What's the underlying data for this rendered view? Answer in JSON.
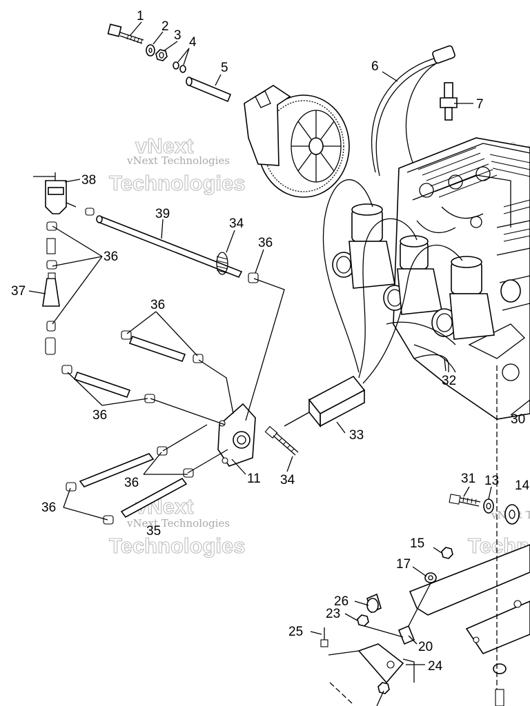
{
  "watermark": {
    "company": "vNext Technologies",
    "outline_top": "vNext",
    "outline_bottom": "Technologies"
  },
  "callouts": {
    "c1": "1",
    "c2": "2",
    "c3": "3",
    "c4": "4",
    "c5": "5",
    "c6": "6",
    "c7": "7",
    "c11": "11",
    "c13": "13",
    "c14": "14",
    "c15": "15",
    "c17": "17",
    "c20": "20",
    "c23": "23",
    "c24": "24",
    "c25": "25",
    "c26": "26",
    "c30": "30",
    "c31": "31",
    "c32": "32",
    "c33": "33",
    "c34a": "34",
    "c34b": "34",
    "c35": "35",
    "c36a": "36",
    "c36b": "36",
    "c36c": "36",
    "c36d": "36",
    "c36e": "36",
    "c36f": "36",
    "c37": "37",
    "c38": "38",
    "c39": "39"
  }
}
